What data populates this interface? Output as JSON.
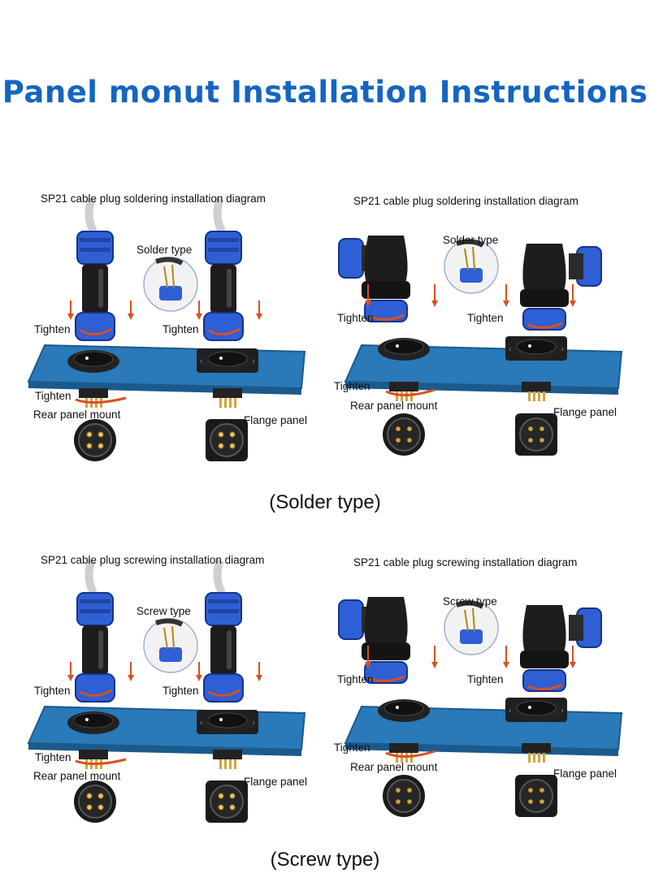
{
  "page": {
    "title": "Panel monut Installation Instructions"
  },
  "sections": [
    {
      "caption": "(Solder type)",
      "panels": [
        {
          "title": "SP21 cable plug soldering installation diagram",
          "plug": "straight",
          "type_label": "Solder type",
          "tighten_label": "Tighten",
          "tighten2_label": "Tighten",
          "tighten_panel_label": "Tighten",
          "rear_label": "Rear panel mount",
          "flange_label": "Flange panel",
          "pins": "female"
        },
        {
          "title": "SP21 cable plug soldering installation diagram",
          "plug": "angled",
          "type_label": "Solder type",
          "tighten_label": "Tighten",
          "tighten2_label": "Tighten",
          "tighten_panel_label": "Tighten",
          "rear_label": "Rear panel mount",
          "flange_label": "Flange panel",
          "pins": "male"
        }
      ]
    },
    {
      "caption": "(Screw type)",
      "panels": [
        {
          "title": "SP21 cable plug screwing installation diagram",
          "plug": "straight",
          "type_label": "Screw type",
          "tighten_label": "Tighten",
          "tighten2_label": "Tighten",
          "tighten_panel_label": "Tighten",
          "rear_label": "Rear panel mount",
          "flange_label": "Flange panel",
          "pins": "female"
        },
        {
          "title": "SP21 cable plug screwing installation diagram",
          "plug": "angled",
          "type_label": "Screw type",
          "tighten_label": "Tighten",
          "tighten2_label": "Tighten",
          "tighten_panel_label": "Tighten",
          "rear_label": "Rear panel mount",
          "flange_label": "Flange panel",
          "pins": "male"
        }
      ]
    }
  ],
  "colors": {
    "title": "#1565c0",
    "panel": "#2a79b8",
    "panel_edge": "#1b5a8c",
    "connector_blue": "#2f5fd4",
    "connector_black": "#1d1d1d",
    "arrow": "#d9501e",
    "gold": "#d4a23a"
  }
}
